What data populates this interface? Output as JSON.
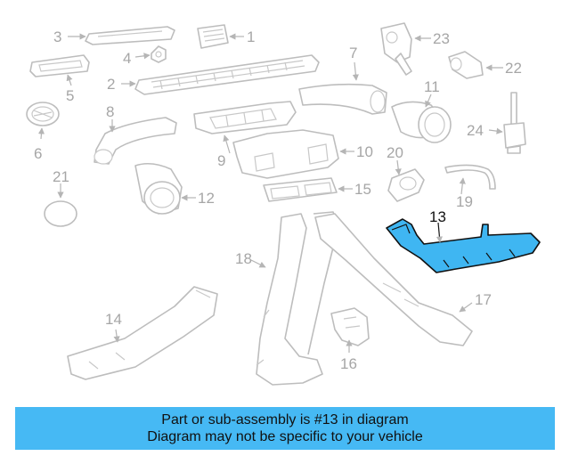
{
  "labels": {
    "p1": "1",
    "p2": "2",
    "p3": "3",
    "p4": "4",
    "p5": "5",
    "p6": "6",
    "p7": "7",
    "p8": "8",
    "p9": "9",
    "p10": "10",
    "p11": "11",
    "p12": "12",
    "p13": "13",
    "p14": "14",
    "p15": "15",
    "p16": "16",
    "p17": "17",
    "p18": "18",
    "p19": "19",
    "p20": "20",
    "p21": "21",
    "p22": "22",
    "p23": "23",
    "p24": "24"
  },
  "highlight_color": "#3fb6f2",
  "banner": {
    "line1": "Part or sub-assembly is #13 in diagram",
    "line2": "Diagram may not be specific to your vehicle",
    "color": "#46b9f4"
  }
}
